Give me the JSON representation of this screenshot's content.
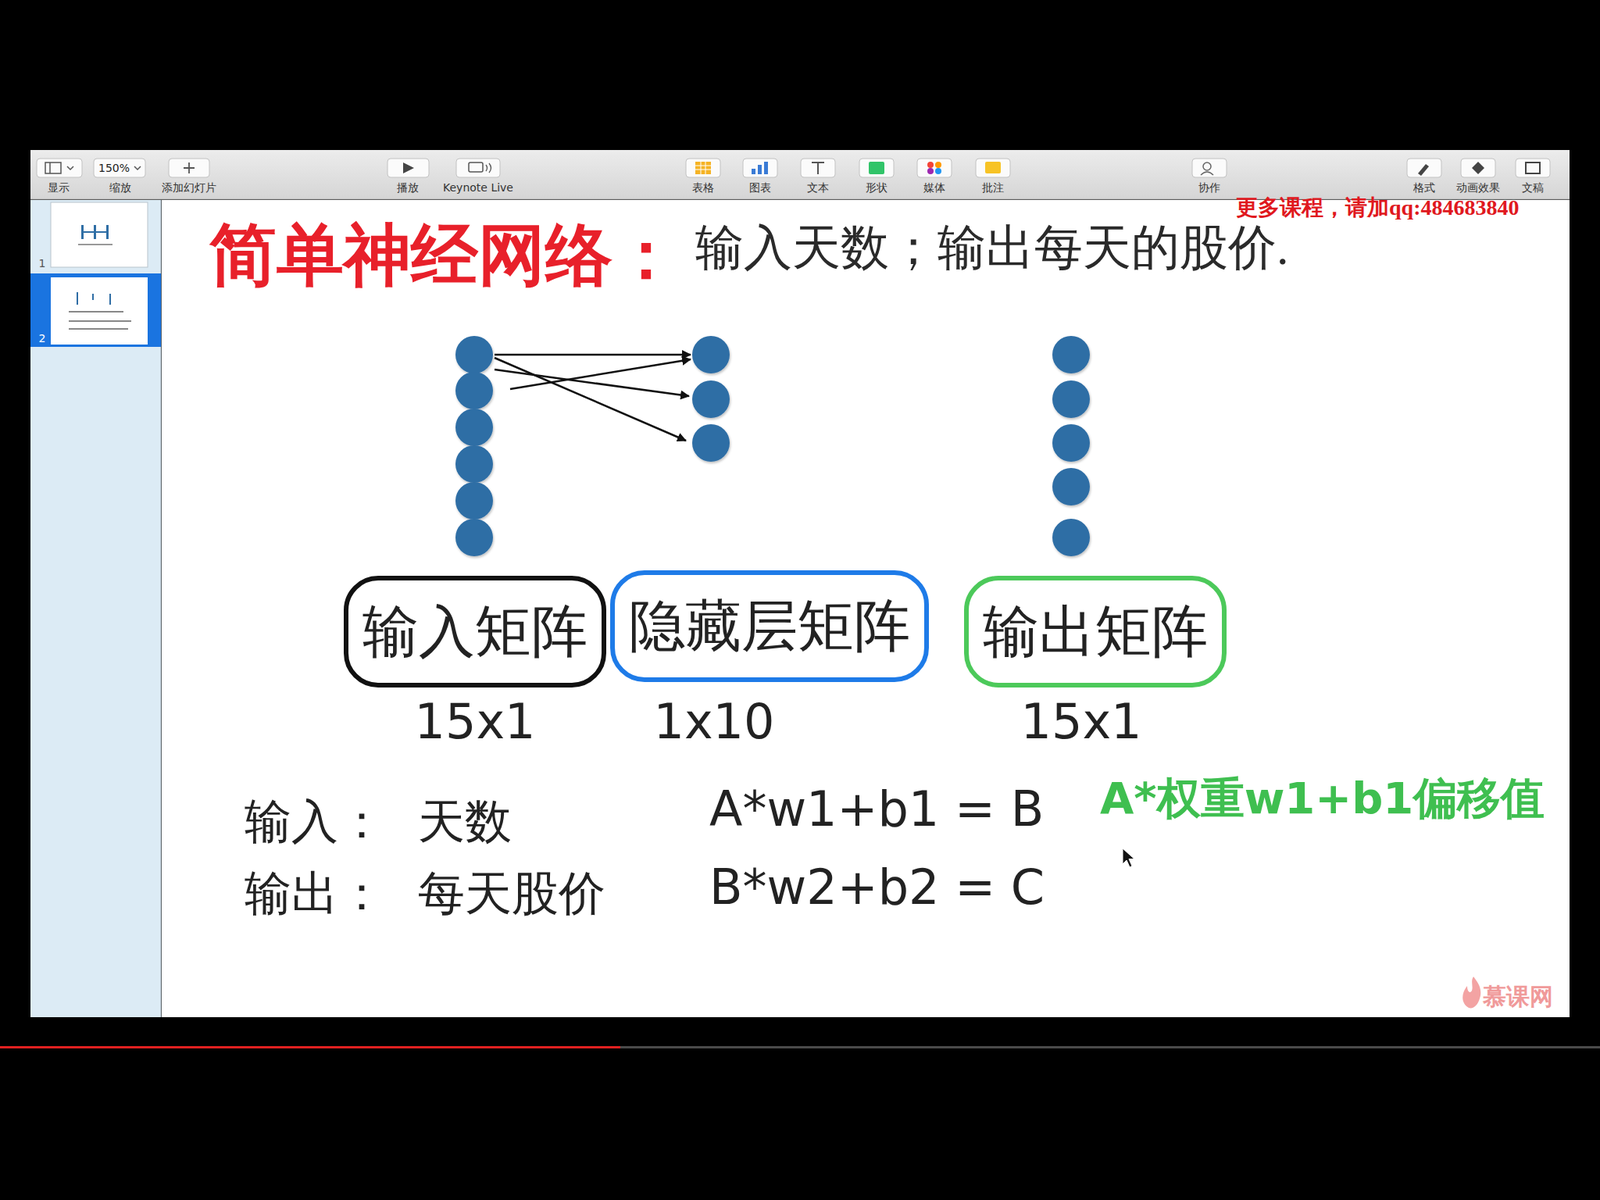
{
  "diagram": {
    "title": "简单神经网络：",
    "nodes": [
      {
        "text": [
          "输入矩阵"
        ]
      },
      {
        "text": [
          "隐藏层矩阵"
        ]
      },
      {
        "text": [
          "输出矩阵"
        ]
      }
    ],
    "labels": [
      "150%",
      "显示",
      "缩放",
      "添加幻灯片",
      "播放",
      "Keynote Live",
      "表格",
      "图表",
      "文本",
      "形状",
      "媒体",
      "批注",
      "协作",
      "格式",
      "动画效果",
      "文稿",
      "更多课程，请加qq:484683840",
      "1",
      "2",
      "输入天数；输出每天的股价.",
      "15x1",
      "1x10",
      "15x1",
      "输入：",
      "天数",
      "输出：",
      "每天股价",
      "A*w1+b1 = B",
      "B*w2+b2 = C",
      "A*权重w1+b1偏移值",
      "慕课网"
    ]
  }
}
